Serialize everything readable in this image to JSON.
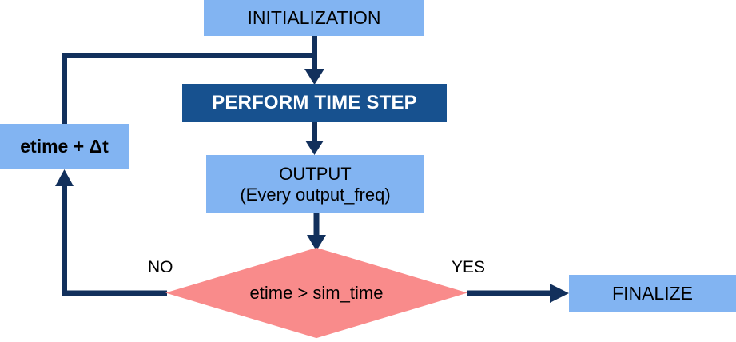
{
  "diagram": {
    "title": "Simulation time-stepping flowchart",
    "colors": {
      "node_light_blue": "#82b4f2",
      "node_dark_blue": "#17518f",
      "decision_red": "#f98b8b",
      "connector_navy": "#12305c",
      "background": "#ffffff",
      "text_dark": "#000000",
      "text_light": "#ffffff"
    },
    "nodes": {
      "initialization": {
        "label": "INITIALIZATION",
        "shape": "rectangle"
      },
      "perform_time_step": {
        "label": "PERFORM TIME STEP",
        "shape": "rectangle"
      },
      "output": {
        "label": "OUTPUT\n(Every output_freq)",
        "line1": "OUTPUT",
        "line2": "(Every output_freq)",
        "shape": "rectangle"
      },
      "etime_increment": {
        "label": "etime + Δt",
        "shape": "rectangle"
      },
      "decision": {
        "label": "etime > sim_time",
        "shape": "diamond"
      },
      "finalize": {
        "label": "FINALIZE",
        "shape": "rectangle"
      }
    },
    "edge_labels": {
      "no": "NO",
      "yes": "YES"
    }
  }
}
